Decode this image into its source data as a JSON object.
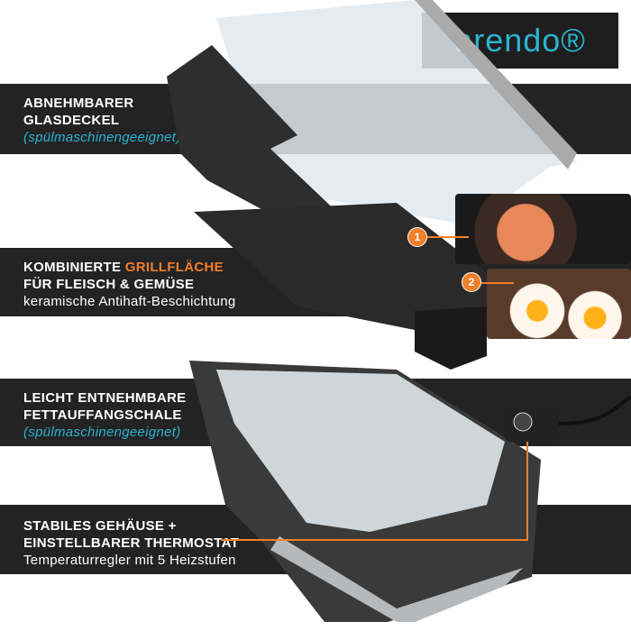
{
  "brand": {
    "logo_text": "arendo®"
  },
  "features": [
    {
      "line1": "ABNEHMBARER",
      "line2": "GLASDECKEL",
      "sub": "(spülmaschinengeeignet)"
    },
    {
      "line1_a": "KOMBINIERTE ",
      "line1_b": "GRILLFLÄCHE",
      "line2": "FÜR FLEISCH & GEMÜSE",
      "sub": "keramische Antihaft-Beschichtung"
    },
    {
      "line1": "LEICHT ENTNEHMBARE",
      "line2": "FETTAUFFANGSCHALE",
      "sub": "(spülmaschinengeeignet)"
    },
    {
      "line1": "STABILES GEHÄUSE +",
      "line2": "EINSTELLBARER THERMOSTAT",
      "sub": "Temperaturregler mit 5 Heizstufen"
    }
  ],
  "markers": [
    "1",
    "2"
  ],
  "colors": {
    "accent": "#f07f2a",
    "cyan": "#2bb3d3",
    "band": "#232323"
  }
}
